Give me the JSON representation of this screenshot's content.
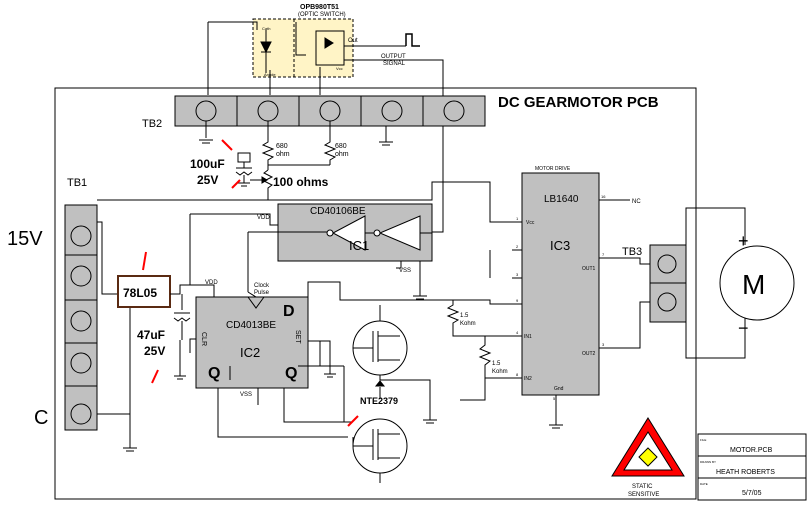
{
  "title": "DC  GEARMOTOR  PCB",
  "optic": {
    "part": "OPB980T51",
    "desc": "(OPTIC SWITCH)",
    "out_label": "Out",
    "pin_cath": "Cath",
    "pin_anode": "Anode",
    "pin_vcc": "Vcc"
  },
  "output": {
    "line1": "OUTPUT",
    "line2": "SIGNAL"
  },
  "terminals": {
    "tb1": "TB1",
    "tb2": "TB2",
    "tb3": "TB3"
  },
  "supply": {
    "voltage": "15V",
    "common": "C"
  },
  "components": {
    "cap1_value": "100uF",
    "cap1_voltage": "25V",
    "pot": "100 ohms",
    "r680_val": "680",
    "r680_unit": "ohm",
    "regulator": "78L05",
    "cap2_value": "47uF",
    "cap2_voltage": "25V",
    "r15_val": "1.5",
    "r15_unit": "Kohm",
    "transistor": "NTE2379"
  },
  "ic1": {
    "part": "CD40106BE",
    "ref": "IC1"
  },
  "ic2": {
    "part": "CD4013BE",
    "ref": "IC2",
    "d": "D",
    "q": "Q",
    "qbar": "Q",
    "clr": "CLR",
    "set": "SET",
    "clk1": "Clock",
    "clk2": "Pulse"
  },
  "ic3": {
    "header": "MOTOR DRIVE",
    "part": "LB1640",
    "ref": "IC3",
    "vcc": "Vcc",
    "in1": "IN1",
    "in2": "IN2",
    "out1": "OUT1",
    "out2": "OUT2",
    "gnd": "Gnd",
    "nc": "NC",
    "pins": {
      "p16": "16",
      "p1": "1",
      "p2": "2",
      "p3": "3",
      "p4": "4",
      "p5": "5",
      "p6": "6",
      "p7": "7",
      "p8": "8",
      "p9": "9"
    }
  },
  "power": {
    "vdd": "VDD",
    "vss": "VSS"
  },
  "motor": {
    "label": "M",
    "plus": "+",
    "minus": "−"
  },
  "warning": {
    "line1": "STATIC",
    "line2": "SENSITIVE"
  },
  "titleblock": {
    "file_label": "FILE",
    "file": "MOTOR.PCB",
    "drawn_label": "DRAWN BY",
    "drawn": "HEATH ROBERTS",
    "date_label": "DATE",
    "date": "5/7/05"
  },
  "colors": {
    "ink": "#000000",
    "ic_fill": "#c0c0c0",
    "accent": "#ff0000",
    "reg_border": "#5a2a12",
    "warn_fill": "#ffff00",
    "optic_fill": "#fff4c6"
  }
}
